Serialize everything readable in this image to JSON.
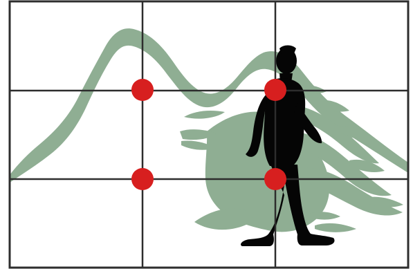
{
  "diagram": {
    "colors": {
      "background": "#ffffff",
      "frame": "#2d2d2d",
      "grid": "#2d2d2d",
      "mountain": "#8fae93",
      "silhouette": "#050505",
      "dot": "#d71f1f"
    },
    "icons": {
      "subject": "walking-person-silhouette",
      "landscape": "mountain-line-art",
      "intersection": "red-dot"
    }
  }
}
